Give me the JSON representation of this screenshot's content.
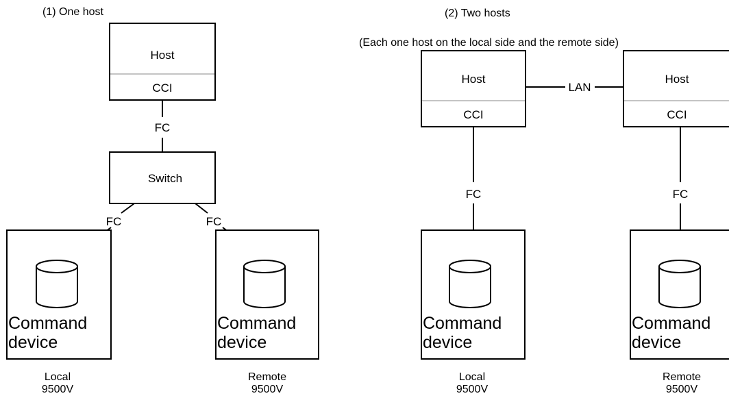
{
  "sections": {
    "one_host": {
      "title": "(1) One host",
      "host": {
        "label": "Host",
        "sub_label": "CCI"
      },
      "host_link": "FC",
      "switch": {
        "label": "Switch"
      },
      "left_link": "FC",
      "right_link": "FC",
      "local_device": {
        "text_line1": "Command",
        "text_line2": "device",
        "caption_line1": "Local",
        "caption_line2": "9500V"
      },
      "remote_device": {
        "text_line1": "Command",
        "text_line2": "device",
        "caption_line1": "Remote",
        "caption_line2": "9500V"
      }
    },
    "two_hosts": {
      "title": "(2) Two hosts",
      "subtitle": "(Each one host on the local side and the remote side)",
      "local_host": {
        "label": "Host",
        "sub_label": "CCI"
      },
      "remote_host": {
        "label": "Host",
        "sub_label": "CCI"
      },
      "lan_link": "LAN",
      "local_link": "FC",
      "remote_link": "FC",
      "local_device": {
        "text_line1": "Command",
        "text_line2": "device",
        "caption_line1": "Local",
        "caption_line2": "9500V"
      },
      "remote_device": {
        "text_line1": "Command",
        "text_line2": "device",
        "caption_line1": "Remote",
        "caption_line2": "9500V"
      }
    }
  }
}
